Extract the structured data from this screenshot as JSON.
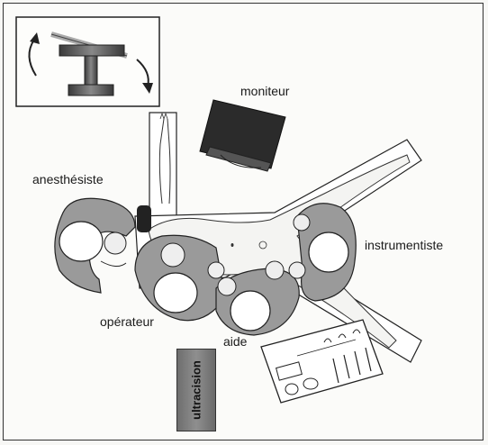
{
  "labels": {
    "moniteur": "moniteur",
    "anesthesiste": "anesthésiste",
    "instrumentiste": "instrumentiste",
    "operateur": "opérateur",
    "aide": "aide",
    "ultracision": "ultracision"
  },
  "icons": [
    "table-tilt-icon",
    "rotate-left-arrow-icon",
    "rotate-right-arrow-icon",
    "monitor-icon",
    "instrument-tray-icon"
  ],
  "colors": {
    "line": "#222222",
    "staff_fill": "#9a9a9a",
    "patient_fill": "#f4f4f2",
    "table_fill": "#ffffff"
  }
}
